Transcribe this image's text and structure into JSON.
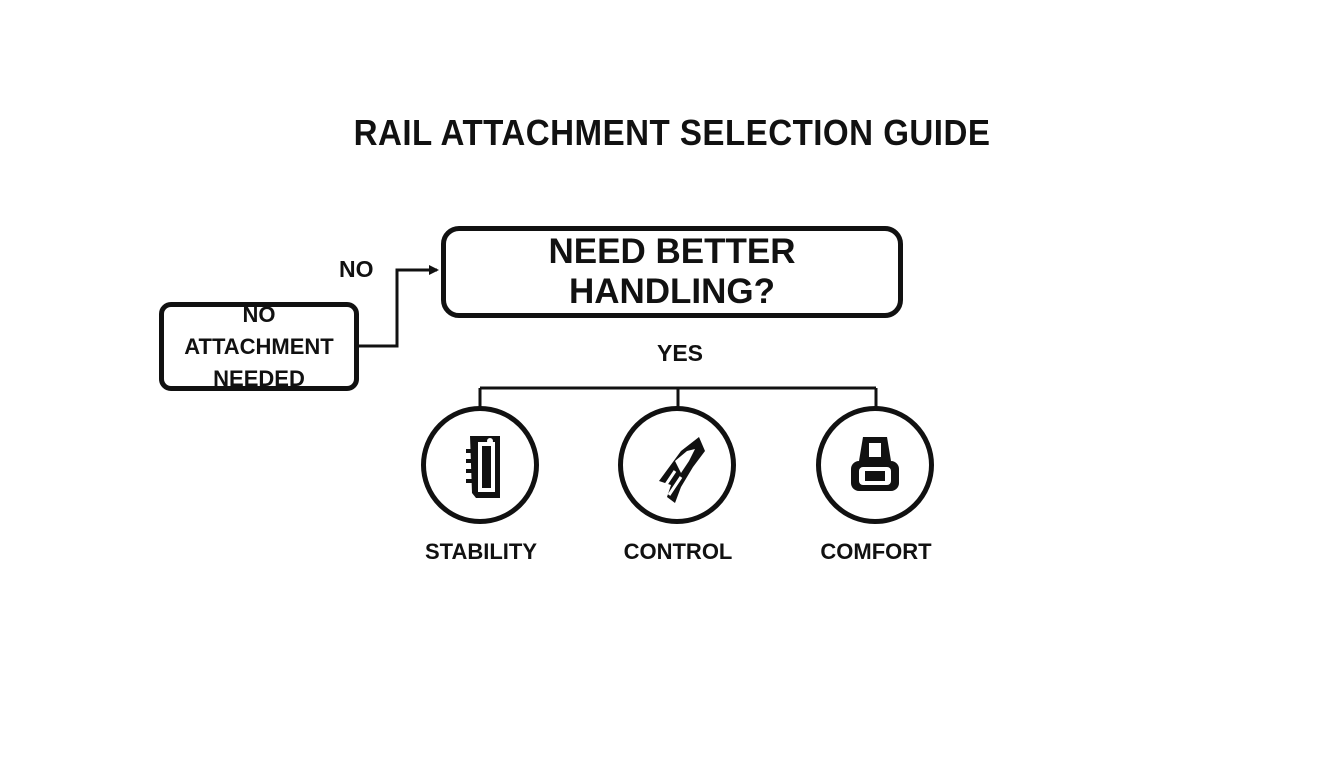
{
  "title": "RAIL ATTACHMENT SELECTION GUIDE",
  "question": "NEED BETTER HANDLING?",
  "no_label": "NO",
  "yes_label": "YES",
  "no_outcome": "NO ATTACHMENT NEEDED",
  "options": [
    {
      "label": "STABILITY",
      "icon": "vertical-grip-icon"
    },
    {
      "label": "CONTROL",
      "icon": "angled-grip-icon"
    },
    {
      "label": "COMFORT",
      "icon": "handstop-icon"
    }
  ],
  "colors": {
    "line": "#111111",
    "background": "#ffffff"
  }
}
